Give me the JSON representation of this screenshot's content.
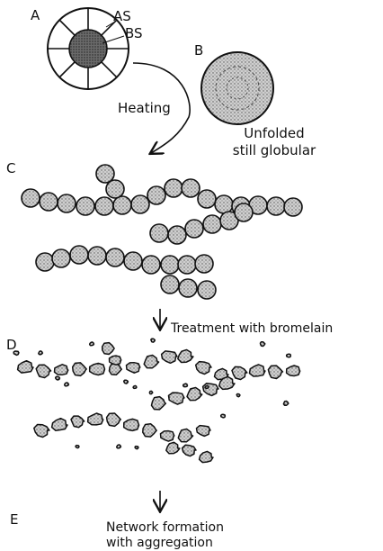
{
  "panels": {
    "a": "A",
    "b": "B",
    "c": "C",
    "d": "D",
    "e": "E"
  },
  "labels": {
    "as": "AS",
    "bs": "BS",
    "heating": "Heating",
    "unfolded_1": "Unfolded",
    "unfolded_2": "still globular",
    "bromelain": "Treatment with bromelain",
    "network_1": "Network formation",
    "network_2": "with aggregation"
  },
  "colors": {
    "ink": "#111111",
    "stipple": "#666666",
    "background": "#ffffff"
  }
}
